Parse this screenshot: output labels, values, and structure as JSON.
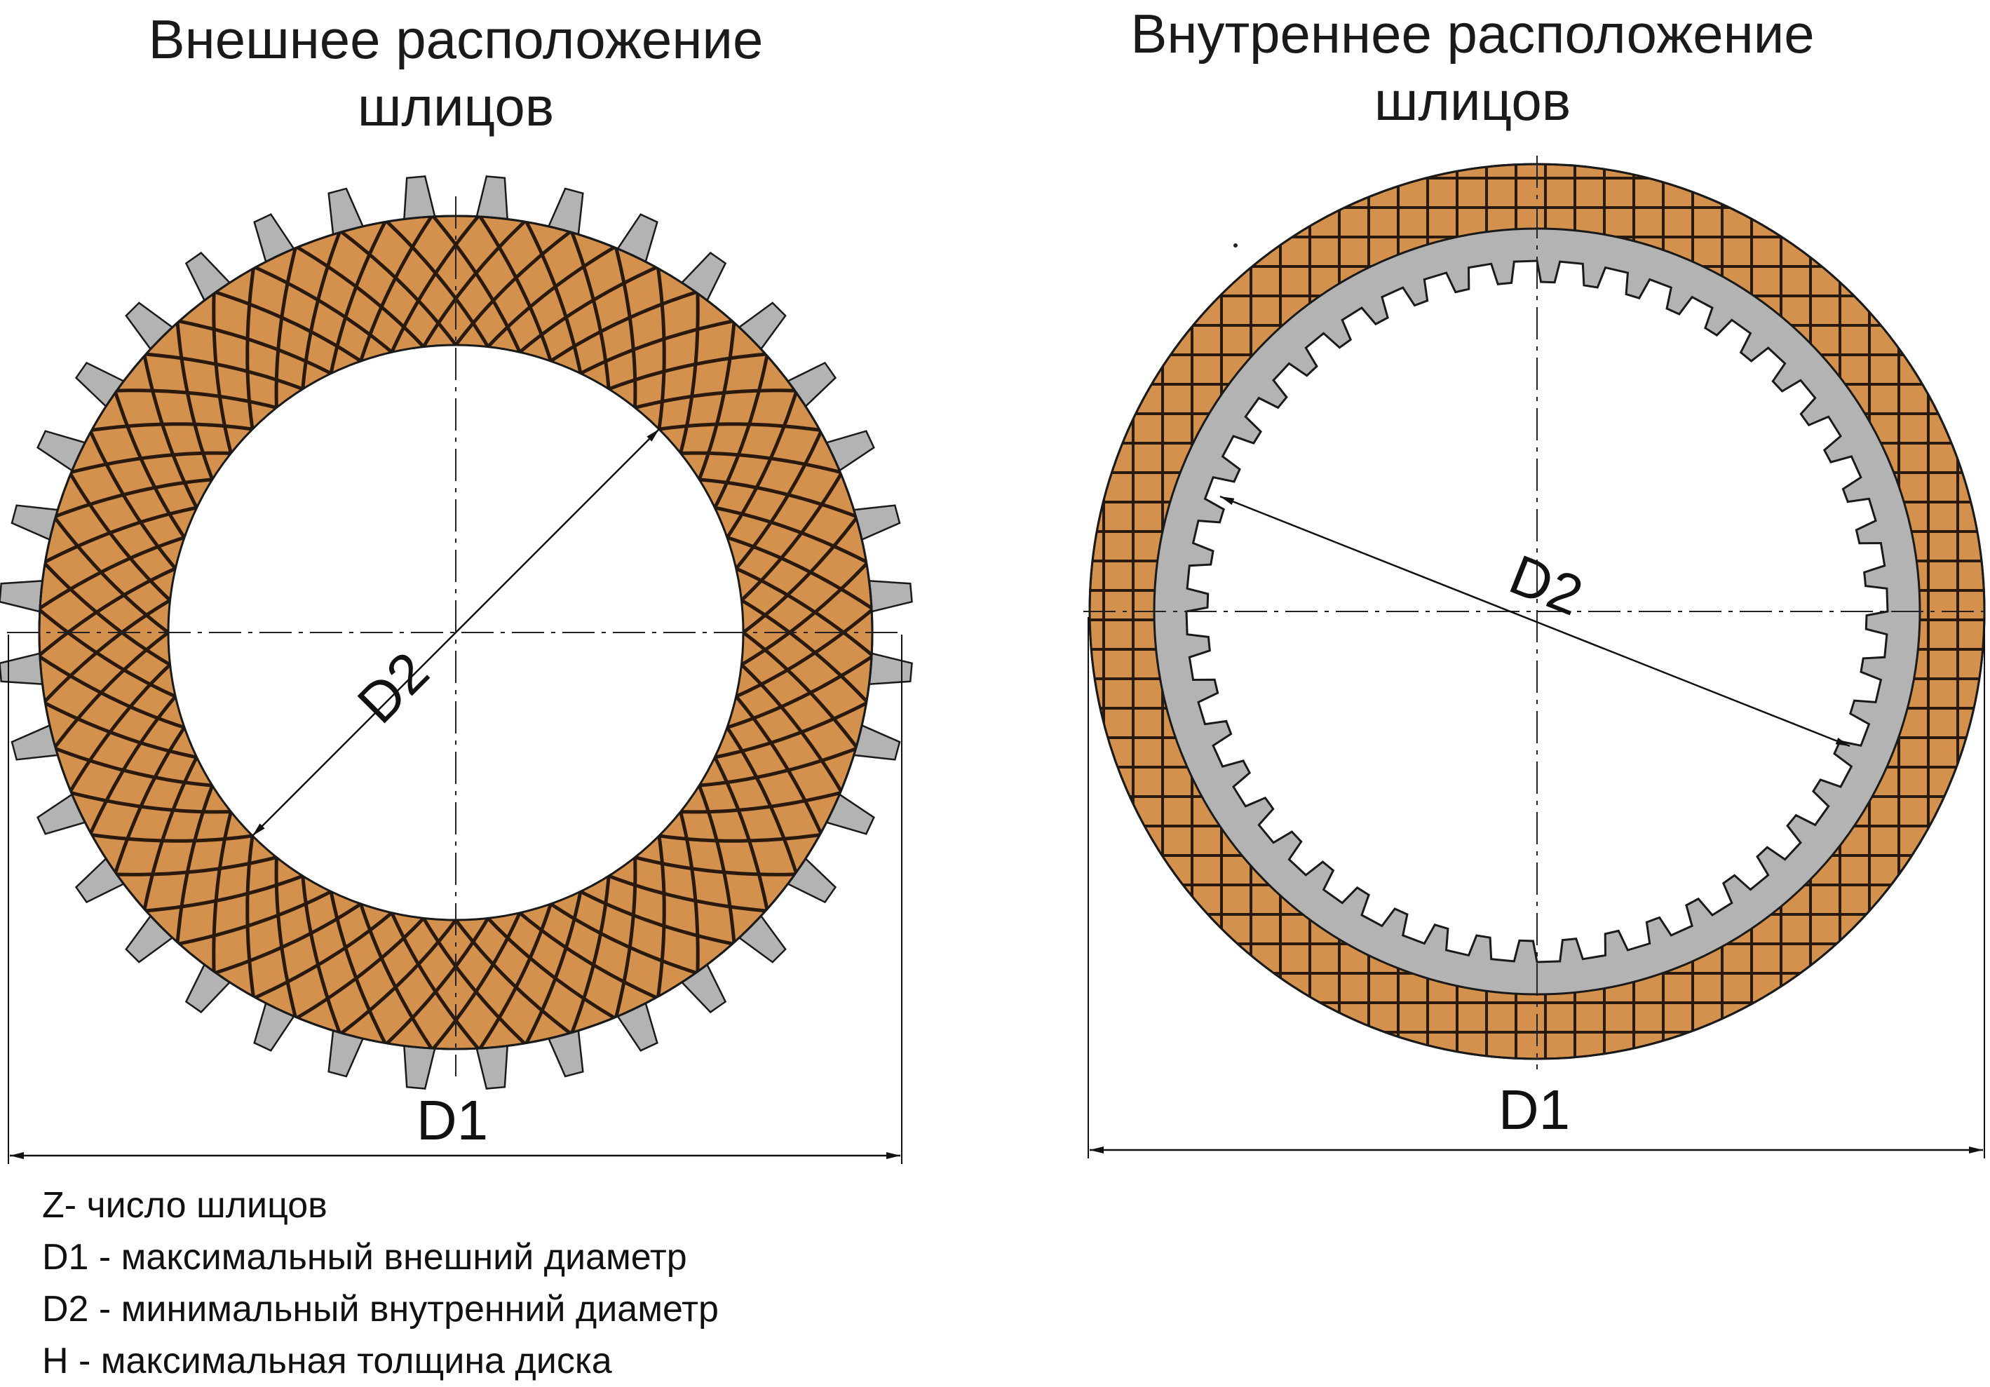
{
  "titles": {
    "left_line1": "Внешнее расположение",
    "left_line2": "шлицов",
    "right_line1": "Внутреннее расположение",
    "right_line2": "шлицов"
  },
  "labels": {
    "left_d1": "D1",
    "left_d2": "D2",
    "right_d1": "D1",
    "right_d2": "D2"
  },
  "legend": [
    "Z- число шлицов",
    "D1 - максимальный внешний диаметр",
    "D2 - минимальный внутренний диаметр",
    "H - максимальная толщина диска"
  ],
  "colors": {
    "friction": "#d4914e",
    "grid_lines": "#2a1a0e",
    "steel": "#b3b3b3",
    "outline": "#1a1a1a"
  },
  "discs": {
    "left": {
      "spline_location": "outer",
      "pattern": "diamond"
    },
    "right": {
      "spline_location": "inner",
      "pattern": "square"
    }
  }
}
